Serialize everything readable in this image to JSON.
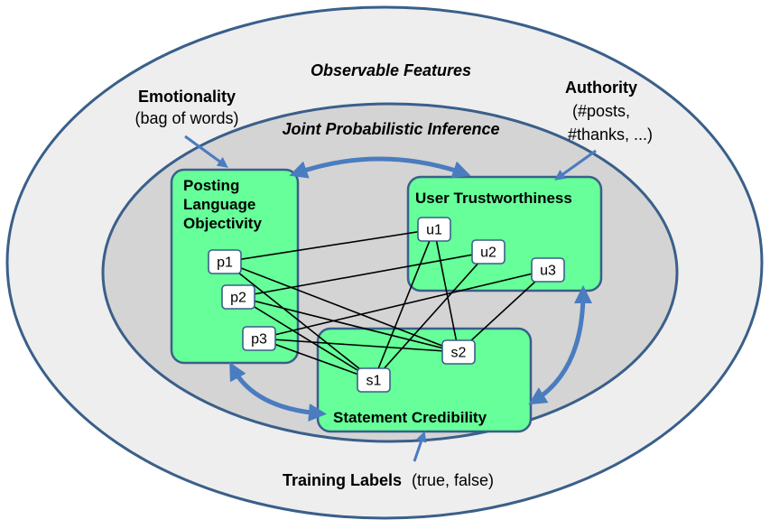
{
  "colors": {
    "outer_fill": "#eeeeee",
    "inner_fill": "#d4d4d4",
    "outline": "#3a5f8a",
    "box_fill": "#66ff99",
    "arrow": "#4a7cc0",
    "edge": "#000000"
  },
  "outer": {
    "title": "Observable Features"
  },
  "inner": {
    "title": "Joint  Probabilistic  Inference"
  },
  "annotations": {
    "emotionality": {
      "title": "Emotionality",
      "detail": "(bag of words)"
    },
    "authority": {
      "title": "Authority",
      "detail_1": "(#posts,",
      "detail_2": "#thanks, ...)"
    },
    "training": {
      "title": "Training Labels",
      "detail": "(true, false)"
    }
  },
  "groups": {
    "posting": {
      "line_1": "Posting",
      "line_2": "Language",
      "line_3": "Objectivity"
    },
    "user": {
      "title": "User Trustworthiness"
    },
    "statement": {
      "title": "Statement Credibility"
    }
  },
  "nodes": {
    "p1": "p1",
    "p2": "p2",
    "p3": "p3",
    "u1": "u1",
    "u2": "u2",
    "u3": "u3",
    "s1": "s1",
    "s2": "s2"
  },
  "edges": [
    [
      "p1",
      "u1"
    ],
    [
      "p1",
      "s1"
    ],
    [
      "p1",
      "s2"
    ],
    [
      "p2",
      "u2"
    ],
    [
      "p2",
      "s1"
    ],
    [
      "p2",
      "s2"
    ],
    [
      "p3",
      "u3"
    ],
    [
      "p3",
      "s1"
    ],
    [
      "p3",
      "s2"
    ],
    [
      "u1",
      "s1"
    ],
    [
      "u1",
      "s2"
    ],
    [
      "u2",
      "s1"
    ],
    [
      "u3",
      "s2"
    ]
  ]
}
